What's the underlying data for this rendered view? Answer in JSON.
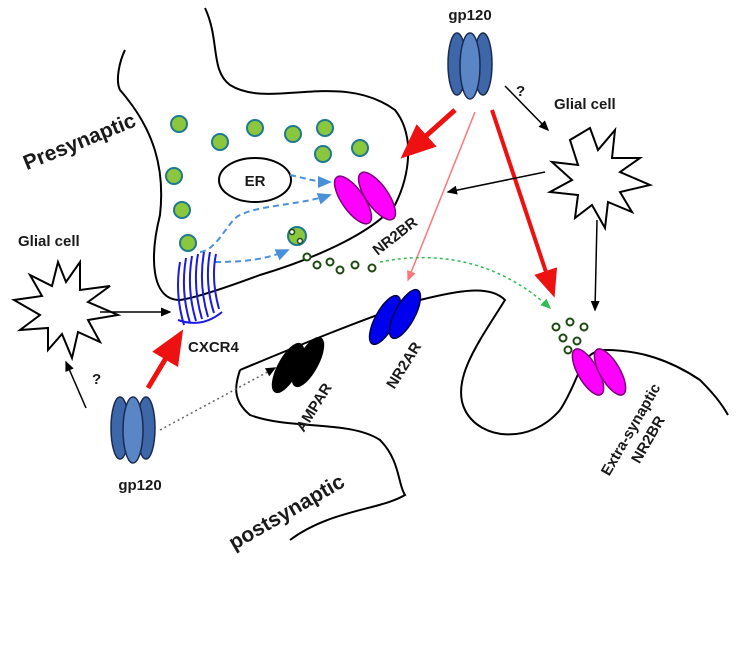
{
  "labels": {
    "presynaptic": "Presynaptic",
    "postsynaptic": "postsynaptic",
    "er": "ER",
    "nr2br": "NR2BR",
    "nr2ar": "NR2AR",
    "ampar": "AMPAR",
    "cxcr4": "CXCR4",
    "gp120_top": "gp120",
    "gp120_bottom": "gp120",
    "glial_cell_right": "Glial cell",
    "glial_cell_left": "Glial cell",
    "question_top": "?",
    "question_left": "?",
    "extra_synaptic_line1": "Extra-synaptic",
    "extra_synaptic_line2": "NR2BR"
  },
  "colors": {
    "outline": "#000000",
    "vesicle_fill": "#8bc63f",
    "vesicle_stroke": "#1e7a8c",
    "nr2br": "#ff00ff",
    "nr2ar": "#0000ee",
    "ampar": "#000000",
    "gp120": "#3d67a8",
    "cxcr4": "#1a1ae0",
    "activation_arrow": "#ee1111",
    "faint_arrow": "#ff7777",
    "signal_arrow": "#4a90d9",
    "glutamate_arrow": "#33bb55"
  }
}
